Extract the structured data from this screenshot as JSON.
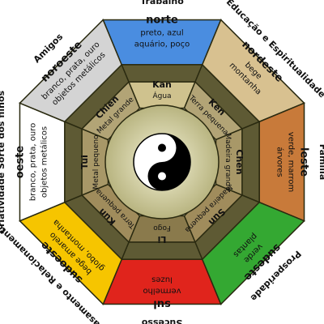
{
  "colors": {
    "outline": "#2a2a10",
    "center_light": "#f4f2d6",
    "center_dark": "#b8b480"
  },
  "center": {
    "symbol": "yin-yang"
  },
  "sectors": [
    {
      "id": "south",
      "color": "#e0241c",
      "inner_color": "#8a7a4c",
      "area": "Sucesso",
      "direction": "sul",
      "colors_text": "vermelho",
      "material": "luzes",
      "trigram": "Li",
      "element": "Fogo"
    },
    {
      "id": "southwest",
      "color": "#f6c500",
      "inner_color": "#a08c5c",
      "area": "Casamento e Relacionamentos",
      "direction": "sudoeste",
      "colors_text": "bege amarelo",
      "material": "globo, montanha",
      "trigram": "Kun",
      "element": "Terra pequena"
    },
    {
      "id": "west",
      "color": "#ffffff",
      "inner_color": "#a89868",
      "area": "Criatividade Sorte dos filhos",
      "direction": "oeste",
      "colors_text": "branco, prata, ouro",
      "material": "objetos metálicos",
      "trigram": "Tui",
      "element": "Metal pequeno"
    },
    {
      "id": "northwest",
      "color": "#d4d4d4",
      "inner_color": "#b2a476",
      "area": "Amigos",
      "direction": "noroeste",
      "colors_text": "branco, prata, ouro",
      "material": "objetos metálicos",
      "trigram": "Chien",
      "element": "Metal grande"
    },
    {
      "id": "north",
      "color": "#4a8de0",
      "inner_color": "#cfc28e",
      "area": "Trabalho",
      "direction": "norte",
      "colors_text": "preto, azul",
      "material": "aquário, poço",
      "trigram": "Kan",
      "element": "Água"
    },
    {
      "id": "northeast",
      "color": "#d8c190",
      "inner_color": "#b2a476",
      "area": "Educação e Espiritualidade",
      "direction": "nordeste",
      "colors_text": "bege",
      "material": "montanha",
      "trigram": "Ken",
      "element": "Terra pequena"
    },
    {
      "id": "east",
      "color": "#c87a3a",
      "inner_color": "#a89868",
      "area": "Família",
      "direction": "leste",
      "colors_text": "verde, marrom",
      "material": "árvores",
      "trigram": "Chen",
      "element": "Madeira grande"
    },
    {
      "id": "southeast",
      "color": "#34a832",
      "inner_color": "#a08c5c",
      "area": "Prosperidade",
      "direction": "sudeste",
      "colors_text": "verde",
      "material": "plantas",
      "trigram": "Sun",
      "element": "Madeira pequena"
    }
  ]
}
